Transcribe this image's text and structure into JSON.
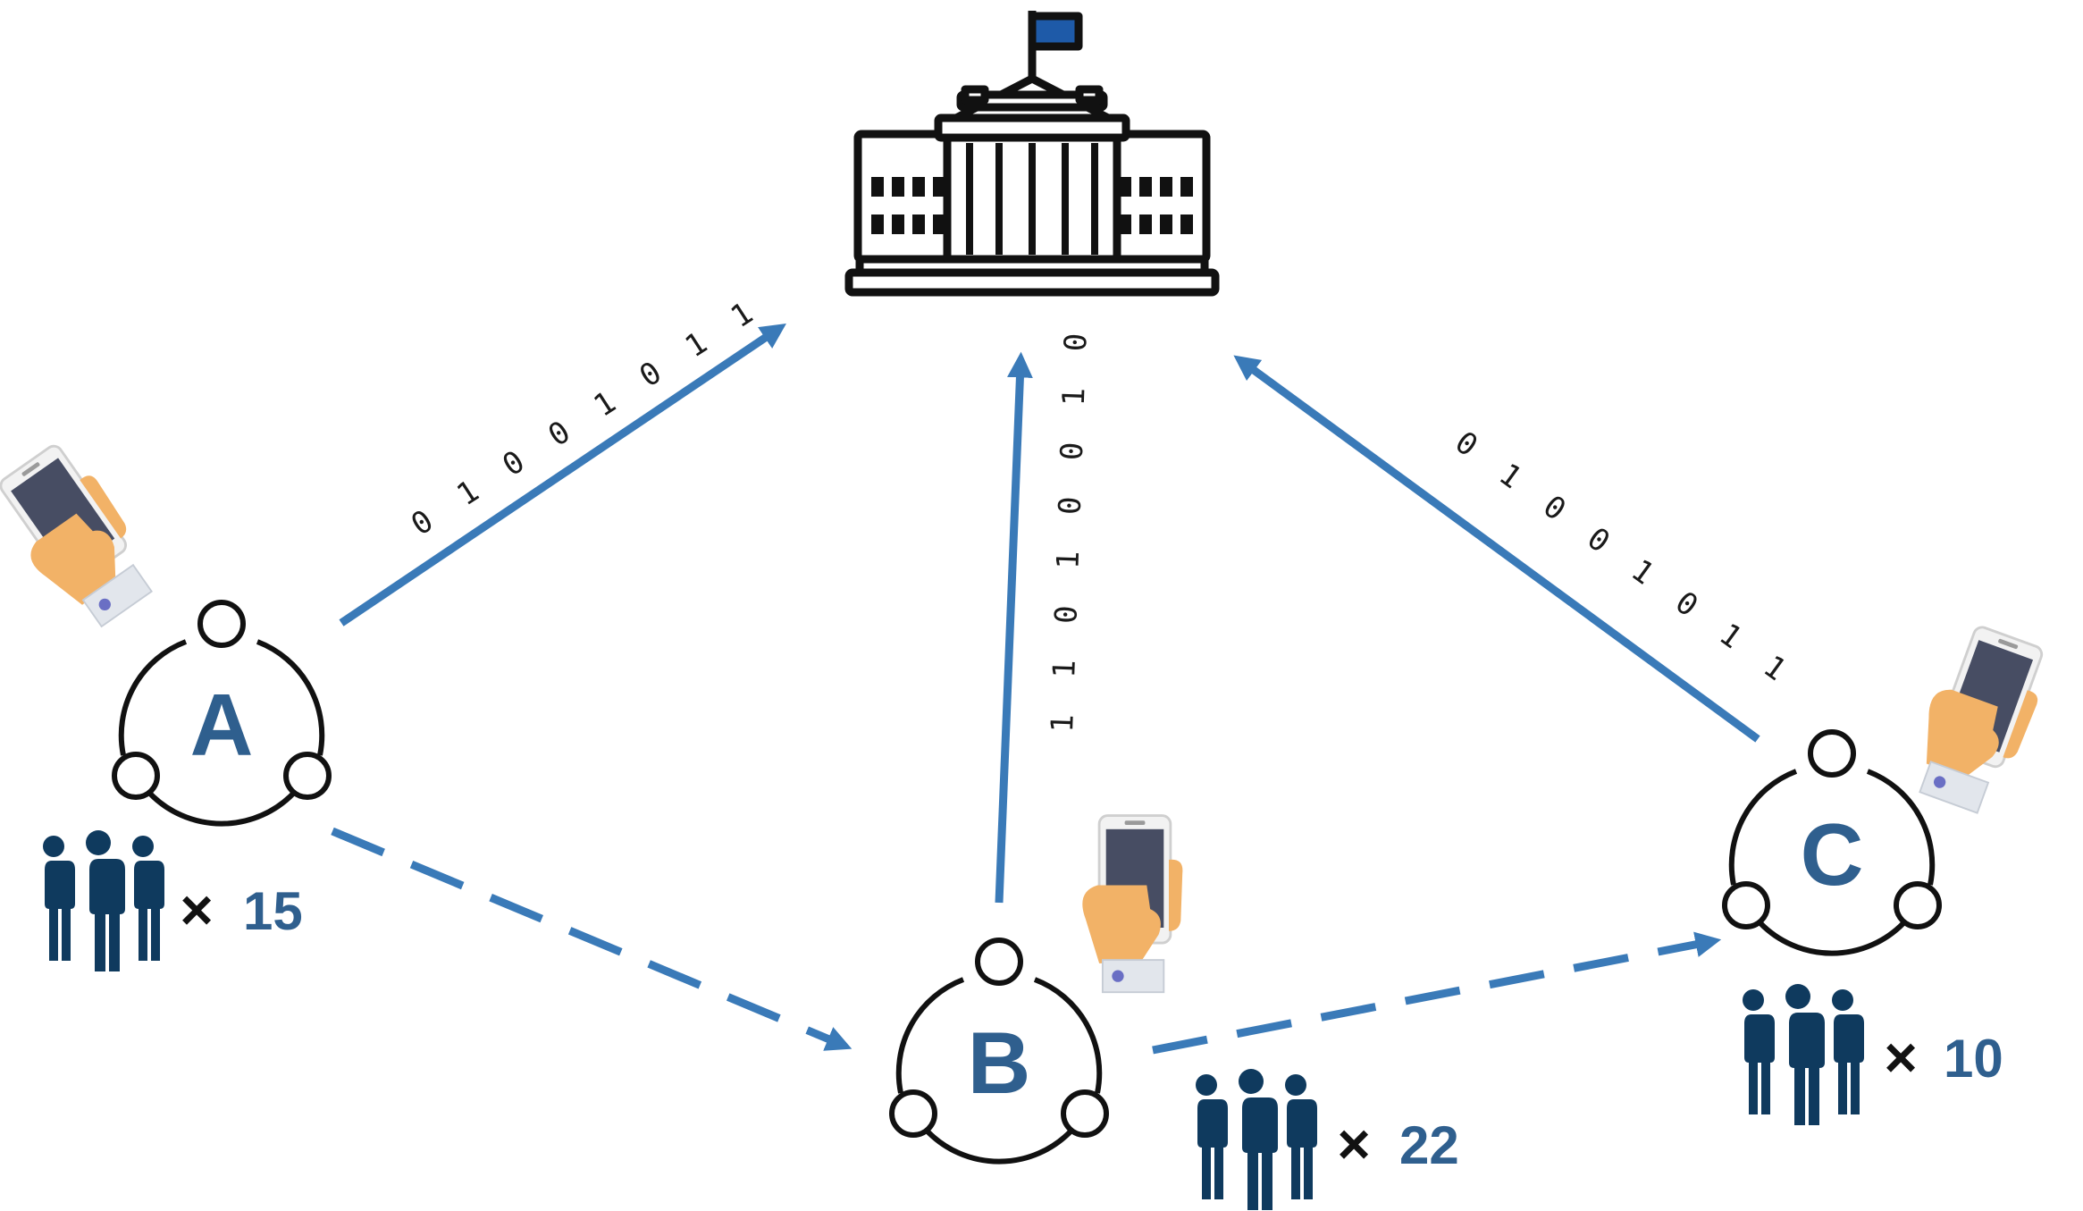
{
  "nodes": [
    {
      "id": "A",
      "label": "A",
      "count": "15"
    },
    {
      "id": "B",
      "label": "B",
      "count": "22"
    },
    {
      "id": "C",
      "label": "C",
      "count": "10"
    }
  ],
  "multiply_symbol": "×",
  "uploads": [
    {
      "from": "A",
      "bits": "0 1 0 0 1 0 1 1"
    },
    {
      "from": "B",
      "bits": "1 1 0 1 0 0 1 0"
    },
    {
      "from": "C",
      "bits": "0 1 0 0 1 0 1 1"
    }
  ],
  "peer_links": [
    {
      "from": "A",
      "to": "B",
      "style": "dashed"
    },
    {
      "from": "B",
      "to": "C",
      "style": "dashed"
    }
  ],
  "icons": {
    "server": "government-building-icon",
    "node": "share-network-icon",
    "device": "hand-holding-phone-icon",
    "users": "people-group-icon"
  },
  "colors": {
    "arrow": "#3a7ab8",
    "letter": "#2f5f8e",
    "people": "#0f3a5e",
    "flag": "#1e5aa8",
    "outline": "#111111",
    "skin": "#f2b267",
    "phone_screen": "#474d63"
  }
}
